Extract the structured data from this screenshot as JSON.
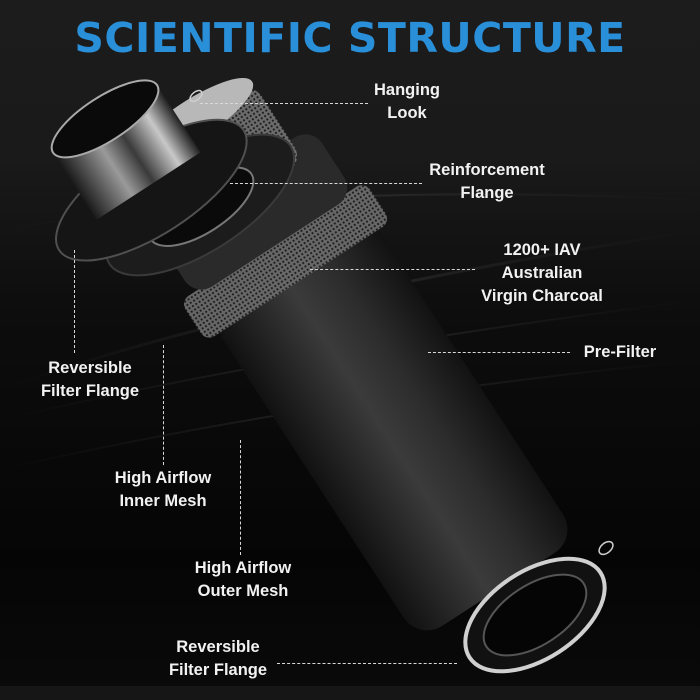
{
  "title": {
    "text": "SCIENTIFIC STRUCTURE",
    "color": "#2a8fd9"
  },
  "background_color": "#121212",
  "product": "Exploded view of inline carbon air filter",
  "callouts": [
    {
      "id": "hanging-look",
      "lines": [
        "Hanging",
        "Look"
      ]
    },
    {
      "id": "reinforcement-flange",
      "lines": [
        "Reinforcement",
        "Flange"
      ]
    },
    {
      "id": "charcoal",
      "lines": [
        "1200+ IAV",
        "Australian",
        "Virgin Charcoal"
      ]
    },
    {
      "id": "pre-filter",
      "lines": [
        "Pre-Filter"
      ]
    },
    {
      "id": "reversible-flange-top",
      "lines": [
        "Reversible",
        "Filter Flange"
      ]
    },
    {
      "id": "inner-mesh",
      "lines": [
        "High Airflow",
        "Inner Mesh"
      ]
    },
    {
      "id": "outer-mesh",
      "lines": [
        "High Airflow",
        "Outer Mesh"
      ]
    },
    {
      "id": "reversible-flange-bottom",
      "lines": [
        "Reversible",
        "Filter Flange"
      ]
    }
  ],
  "line_color": "#d8d8d8",
  "label_color": "#f2f2f2"
}
